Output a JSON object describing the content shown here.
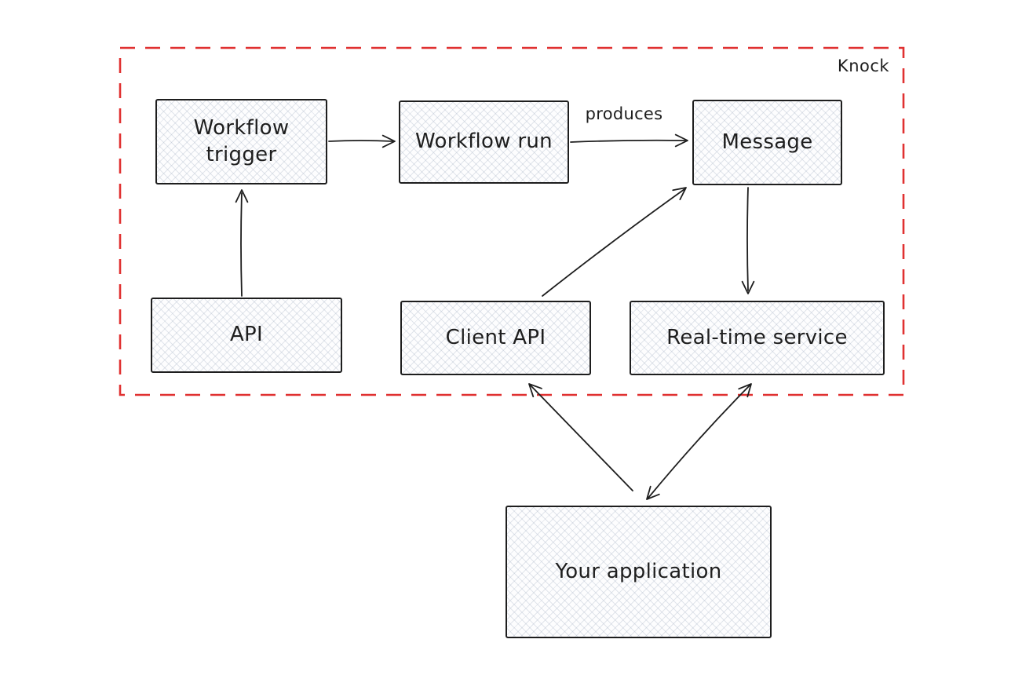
{
  "boundary": {
    "label": "Knock"
  },
  "nodes": {
    "workflow_trigger": {
      "label": "Workflow trigger"
    },
    "workflow_run": {
      "label": "Workflow run"
    },
    "message": {
      "label": "Message"
    },
    "api": {
      "label": "API"
    },
    "client_api": {
      "label": "Client API"
    },
    "realtime_service": {
      "label": "Real-time service"
    },
    "your_application": {
      "label": "Your application"
    }
  },
  "edge_labels": {
    "produces": "produces"
  },
  "edges": [
    {
      "from": "workflow_trigger",
      "to": "workflow_run",
      "bidirectional": false,
      "label": ""
    },
    {
      "from": "workflow_run",
      "to": "message",
      "bidirectional": false,
      "label": "produces"
    },
    {
      "from": "message",
      "to": "realtime_service",
      "bidirectional": false,
      "label": ""
    },
    {
      "from": "api",
      "to": "workflow_trigger",
      "bidirectional": false,
      "label": ""
    },
    {
      "from": "client_api",
      "to": "message",
      "bidirectional": false,
      "label": ""
    },
    {
      "from": "your_application",
      "to": "client_api",
      "bidirectional": false,
      "label": ""
    },
    {
      "from": "your_application",
      "to": "realtime_service",
      "bidirectional": true,
      "label": ""
    }
  ],
  "colors": {
    "boundary_red": "#e03131",
    "stroke_dark": "#1e1e1e",
    "node_fill": "#fdfdfe"
  }
}
